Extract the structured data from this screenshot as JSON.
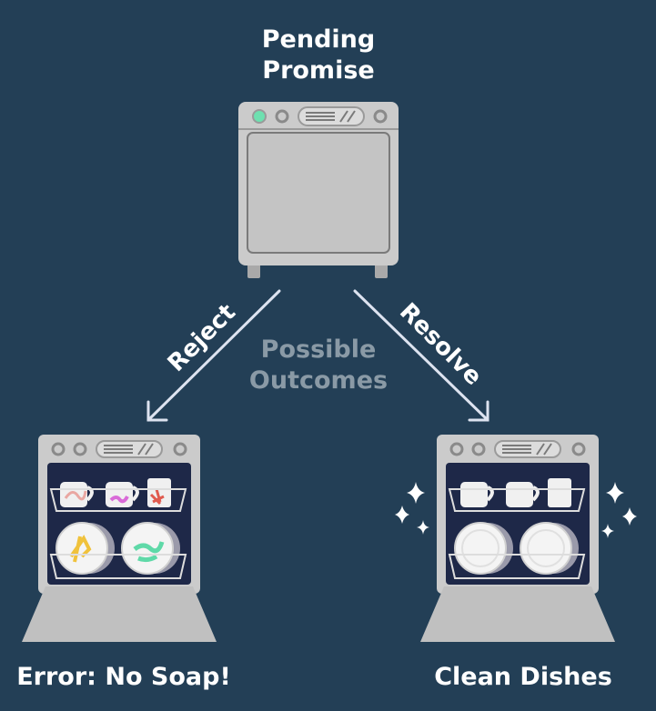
{
  "nodes": {
    "pending": {
      "label": "Pending\nPromise"
    },
    "center": {
      "label": "Possible\nOutcomes"
    },
    "rejected": {
      "label": "Error: No Soap!"
    },
    "resolved": {
      "label": "Clean Dishes"
    }
  },
  "edges": {
    "reject": {
      "label": "Reject"
    },
    "resolve": {
      "label": "Resolve"
    }
  },
  "colors": {
    "background": "#233f56",
    "machine": "#cbcbcb",
    "interior": "#1e2848",
    "arrow": "#dde3f0",
    "indicator": "#6ee0b0",
    "muted_text": "#8a9aa6"
  },
  "icons": [
    "dishwasher-closed-icon",
    "dishwasher-dirty-icon",
    "dishwasher-clean-icon",
    "sparkle-icon"
  ]
}
